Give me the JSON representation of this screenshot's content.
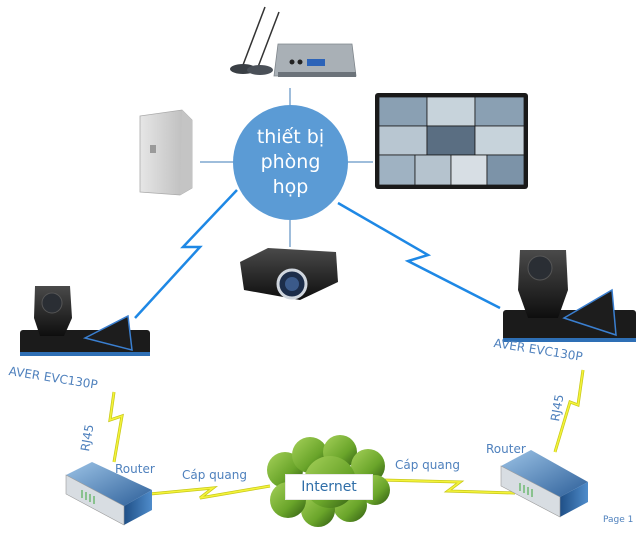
{
  "hub": {
    "lines": [
      "thiết bị",
      "phòng",
      "họp"
    ],
    "color": "#5b9bd5"
  },
  "devices": {
    "microphone_system": "conference-microphone-system",
    "speaker": "wall-speaker",
    "display": "video-conference-display",
    "projector": "projector",
    "codec_left": "AVER EVC130P",
    "codec_right": "AVER EVC130P"
  },
  "labels": {
    "codec_left": "AVER EVC130P",
    "codec_right": "AVER EVC130P",
    "rj45_left": "RJ45",
    "rj45_right": "RJ45",
    "router_left": "Router",
    "router_right": "Router",
    "fiber_left": "Cáp quang",
    "fiber_right": "Cáp quang",
    "internet": "Internet",
    "page": "Page 1"
  },
  "colors": {
    "label_text": "#4f81bd",
    "wireless_bolt": "#1e88e5",
    "wired_bolt": "#f2f21a",
    "cloud": "#6aa52a",
    "router": "#3a6ea5"
  }
}
